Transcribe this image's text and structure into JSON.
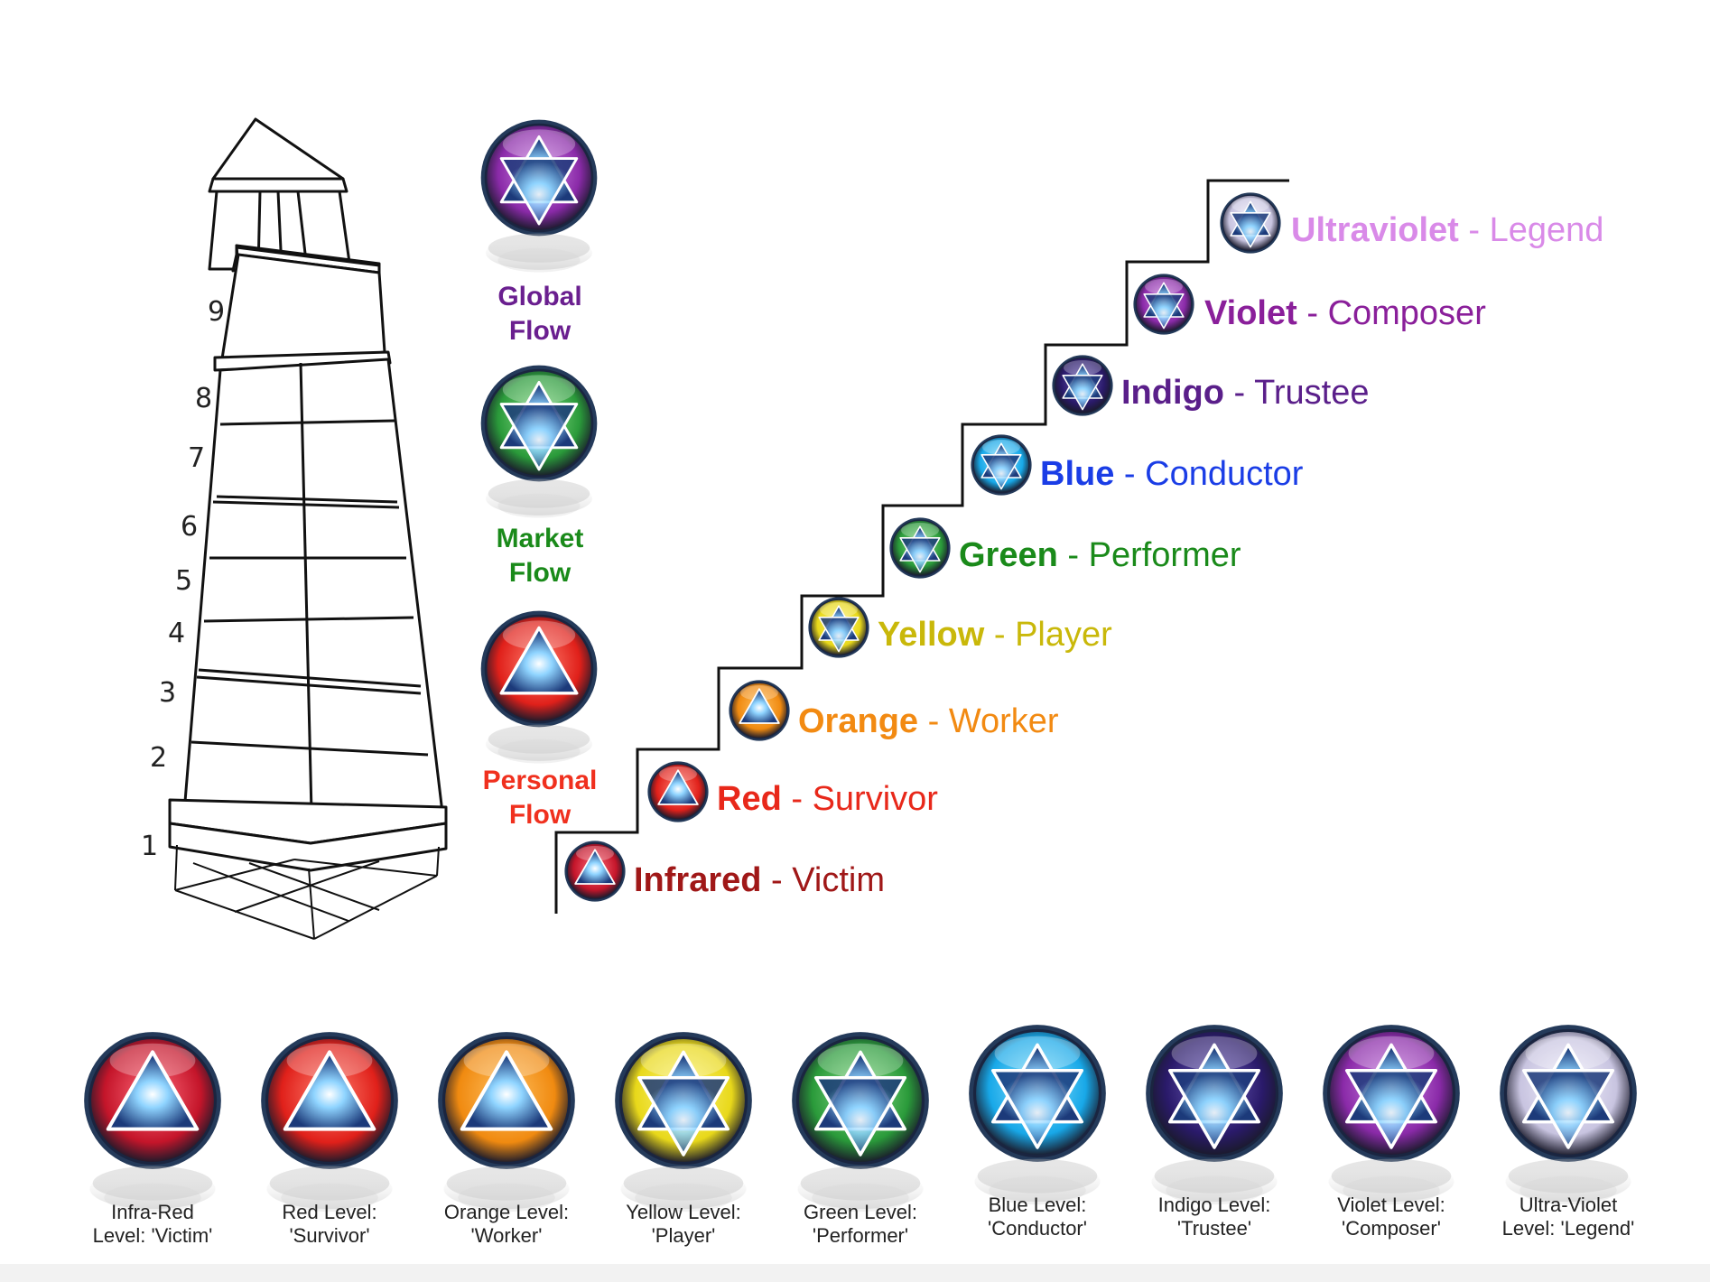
{
  "tower": {
    "numbers": [
      "9",
      "8",
      "7",
      "6",
      "5",
      "4",
      "3",
      "2",
      "1"
    ]
  },
  "flows": [
    {
      "line1": "Global",
      "line2": "Flow",
      "color": "#6a1f8f",
      "badge": "violet"
    },
    {
      "line1": "Market",
      "line2": "Flow",
      "color": "#1a8a1a",
      "badge": "green"
    },
    {
      "line1": "Personal",
      "line2": "Flow",
      "color": "#f0301e",
      "badge": "red"
    }
  ],
  "steps": [
    {
      "color_name": "Infrared",
      "role": "Victim",
      "sep": " - ",
      "color": "#a01818",
      "badge": "infrared"
    },
    {
      "color_name": "Red",
      "role": "Survivor",
      "sep": " - ",
      "color": "#e8281a",
      "badge": "red"
    },
    {
      "color_name": "Orange",
      "role": "Worker",
      "sep": " - ",
      "color": "#f28a12",
      "badge": "orange"
    },
    {
      "color_name": "Yellow",
      "role": "Player",
      "sep": " - ",
      "color": "#c9b80a",
      "badge": "yellow"
    },
    {
      "color_name": "Green",
      "role": "Performer",
      "sep": " - ",
      "color": "#1a8a1a",
      "badge": "green"
    },
    {
      "color_name": "Blue",
      "role": "Conductor",
      "sep": " - ",
      "color": "#1a3de6",
      "badge": "blue"
    },
    {
      "color_name": "Indigo",
      "role": "Trustee",
      "sep": " - ",
      "color": "#5a1f8a",
      "badge": "indigo"
    },
    {
      "color_name": "Violet",
      "role": "Composer",
      "sep": " - ",
      "color": "#8a1f9a",
      "badge": "violet"
    },
    {
      "color_name": "Ultraviolet",
      "role": "Legend",
      "sep": " - ",
      "color": "#d98ae8",
      "badge": "ultraviolet"
    }
  ],
  "levels": [
    {
      "line1": "Infra-Red",
      "line2": "Level: 'Victim'",
      "badge": "infrared"
    },
    {
      "line1": "Red Level:",
      "line2": "'Survivor'",
      "badge": "red"
    },
    {
      "line1": "Orange Level:",
      "line2": "'Worker'",
      "badge": "orange"
    },
    {
      "line1": "Yellow Level:",
      "line2": "'Player'",
      "badge": "yellow"
    },
    {
      "line1": "Green Level:",
      "line2": "'Performer'",
      "badge": "green"
    },
    {
      "line1": "Blue Level:",
      "line2": "'Conductor'",
      "badge": "blue"
    },
    {
      "line1": "Indigo Level:",
      "line2": "'Trustee'",
      "badge": "indigo"
    },
    {
      "line1": "Violet Level:",
      "line2": "'Composer'",
      "badge": "violet"
    },
    {
      "line1": "Ultra-Violet",
      "line2": "Level: 'Legend'",
      "badge": "ultraviolet"
    }
  ],
  "badge_colors": {
    "infrared": {
      "base": "#c4152a",
      "light": "#ff6a7a",
      "shape": "triangle"
    },
    "red": {
      "base": "#e0201a",
      "light": "#ff8070",
      "shape": "triangle"
    },
    "orange": {
      "base": "#f08a10",
      "light": "#ffc060",
      "shape": "triangle"
    },
    "yellow": {
      "base": "#e8d81a",
      "light": "#fff680",
      "shape": "star"
    },
    "green": {
      "base": "#2a9a3a",
      "light": "#8ee08a",
      "shape": "star"
    },
    "blue": {
      "base": "#18a8e8",
      "light": "#8ee4ff",
      "shape": "star"
    },
    "indigo": {
      "base": "#2a1a6a",
      "light": "#7060c0",
      "shape": "star"
    },
    "violet": {
      "base": "#8a2aa8",
      "light": "#d28ae8",
      "shape": "star"
    },
    "ultraviolet": {
      "base": "#c8c4e0",
      "light": "#f4f2ff",
      "shape": "star"
    }
  }
}
